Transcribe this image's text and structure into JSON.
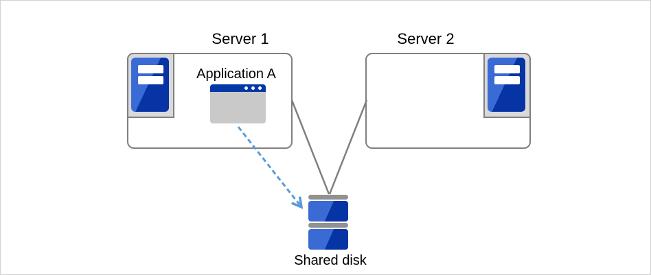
{
  "diagram": {
    "server1_label": "Server 1",
    "server2_label": "Server 2",
    "application_label": "Application A",
    "shared_disk_label": "Shared disk"
  },
  "icons": {
    "server1": "server-tower-icon",
    "server2": "server-tower-icon",
    "application": "application-window-icon",
    "shared_disk": "disk-stack-icon",
    "data_flow": "dashed-arrow-icon"
  },
  "colors": {
    "box_border": "#7f7f7f",
    "icon_frame_fill": "#d9d9d9",
    "icon_blue_light": "#3a6bd5",
    "icon_blue_dark": "#0634a5",
    "window_titlebar": "#0438a6",
    "window_body": "#c9c9c9",
    "disk_bar_gray": "#919191",
    "connector_gray": "#7f7f7f",
    "arrow_blue": "#5b9bd5",
    "canvas_border": "#d2d2d2",
    "text": "#000000"
  }
}
